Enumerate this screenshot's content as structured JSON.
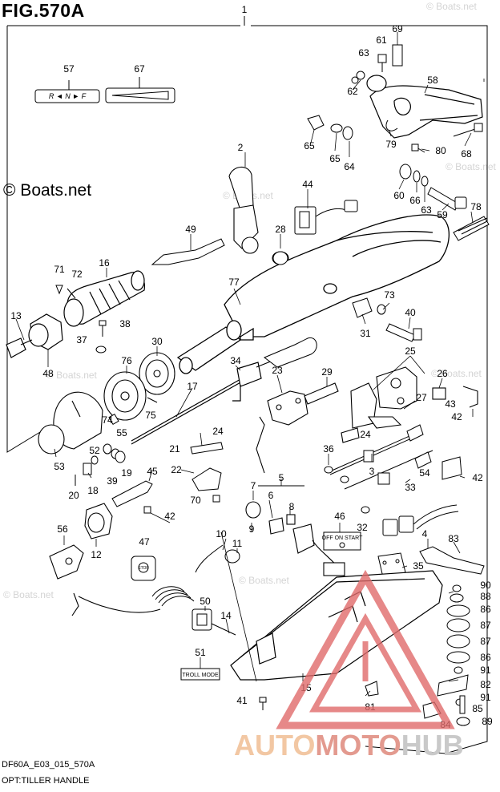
{
  "figure": {
    "title": "FIG.570A",
    "code": "DF60A_E03_015_570A",
    "caption": "OPT:TILLER HANDLE"
  },
  "watermarks": {
    "boats": "© Boats.net",
    "boats_faint": "© Boats.net",
    "brand_auto": "AUTO",
    "brand_moto": "MOTO",
    "brand_hub": "HUB",
    "colors": {
      "auto": "#f2c7a3",
      "moto": "#e39a8f",
      "hub": "#c9c9c9",
      "triangle": "#e06b6b"
    }
  },
  "decals": {
    "shift_pattern": "R ◄ N ► F",
    "stop_switch": "OFF ON START",
    "stop_plate": "STOP",
    "troll_plate": "TROLL MODE"
  },
  "parts": {
    "p1": "1",
    "p2": "2",
    "p3": "3",
    "p4": "4",
    "p5": "5",
    "p6": "6",
    "p7": "7",
    "p8": "8",
    "p9": "9",
    "p10": "10",
    "p11": "11",
    "p12": "12",
    "p13": "13",
    "p14": "14",
    "p15": "15",
    "p16": "16",
    "p17": "17",
    "p18": "18",
    "p19": "19",
    "p20": "20",
    "p21": "21",
    "p22": "22",
    "p23": "23",
    "p24a": "24",
    "p24b": "24",
    "p25": "25",
    "p26": "26",
    "p27": "27",
    "p28": "28",
    "p29": "29",
    "p30": "30",
    "p31": "31",
    "p32": "32",
    "p33": "33",
    "p34": "34",
    "p35": "35",
    "p36": "36",
    "p37": "37",
    "p38": "38",
    "p39": "39",
    "p40": "40",
    "p41": "41",
    "p42a": "42",
    "p42b": "42",
    "p42c": "42",
    "p43": "43",
    "p44": "44",
    "p45": "45",
    "p46": "46",
    "p47": "47",
    "p48": "48",
    "p49": "49",
    "p50": "50",
    "p51": "51",
    "p52": "52",
    "p53": "53",
    "p54": "54",
    "p55": "55",
    "p56": "56",
    "p57": "57",
    "p58": "58",
    "p59": "59",
    "p60": "60",
    "p61": "61",
    "p62": "62",
    "p63a": "63",
    "p63b": "63",
    "p65a": "65",
    "p65b": "65",
    "p64": "64",
    "p66": "66",
    "p67": "67",
    "p68": "68",
    "p69": "69",
    "p70": "70",
    "p71": "71",
    "p72": "72",
    "p73": "73",
    "p74": "74",
    "p75": "75",
    "p76": "76",
    "p77": "77",
    "p78": "78",
    "p79": "79",
    "p80": "80",
    "p81": "81",
    "p82": "82",
    "p83": "83",
    "p84": "84",
    "p85": "85",
    "p86a": "86",
    "p86b": "86",
    "p87a": "87",
    "p87b": "87",
    "p88": "88",
    "p89": "89",
    "p90": "90",
    "p91a": "91",
    "p91b": "91"
  }
}
